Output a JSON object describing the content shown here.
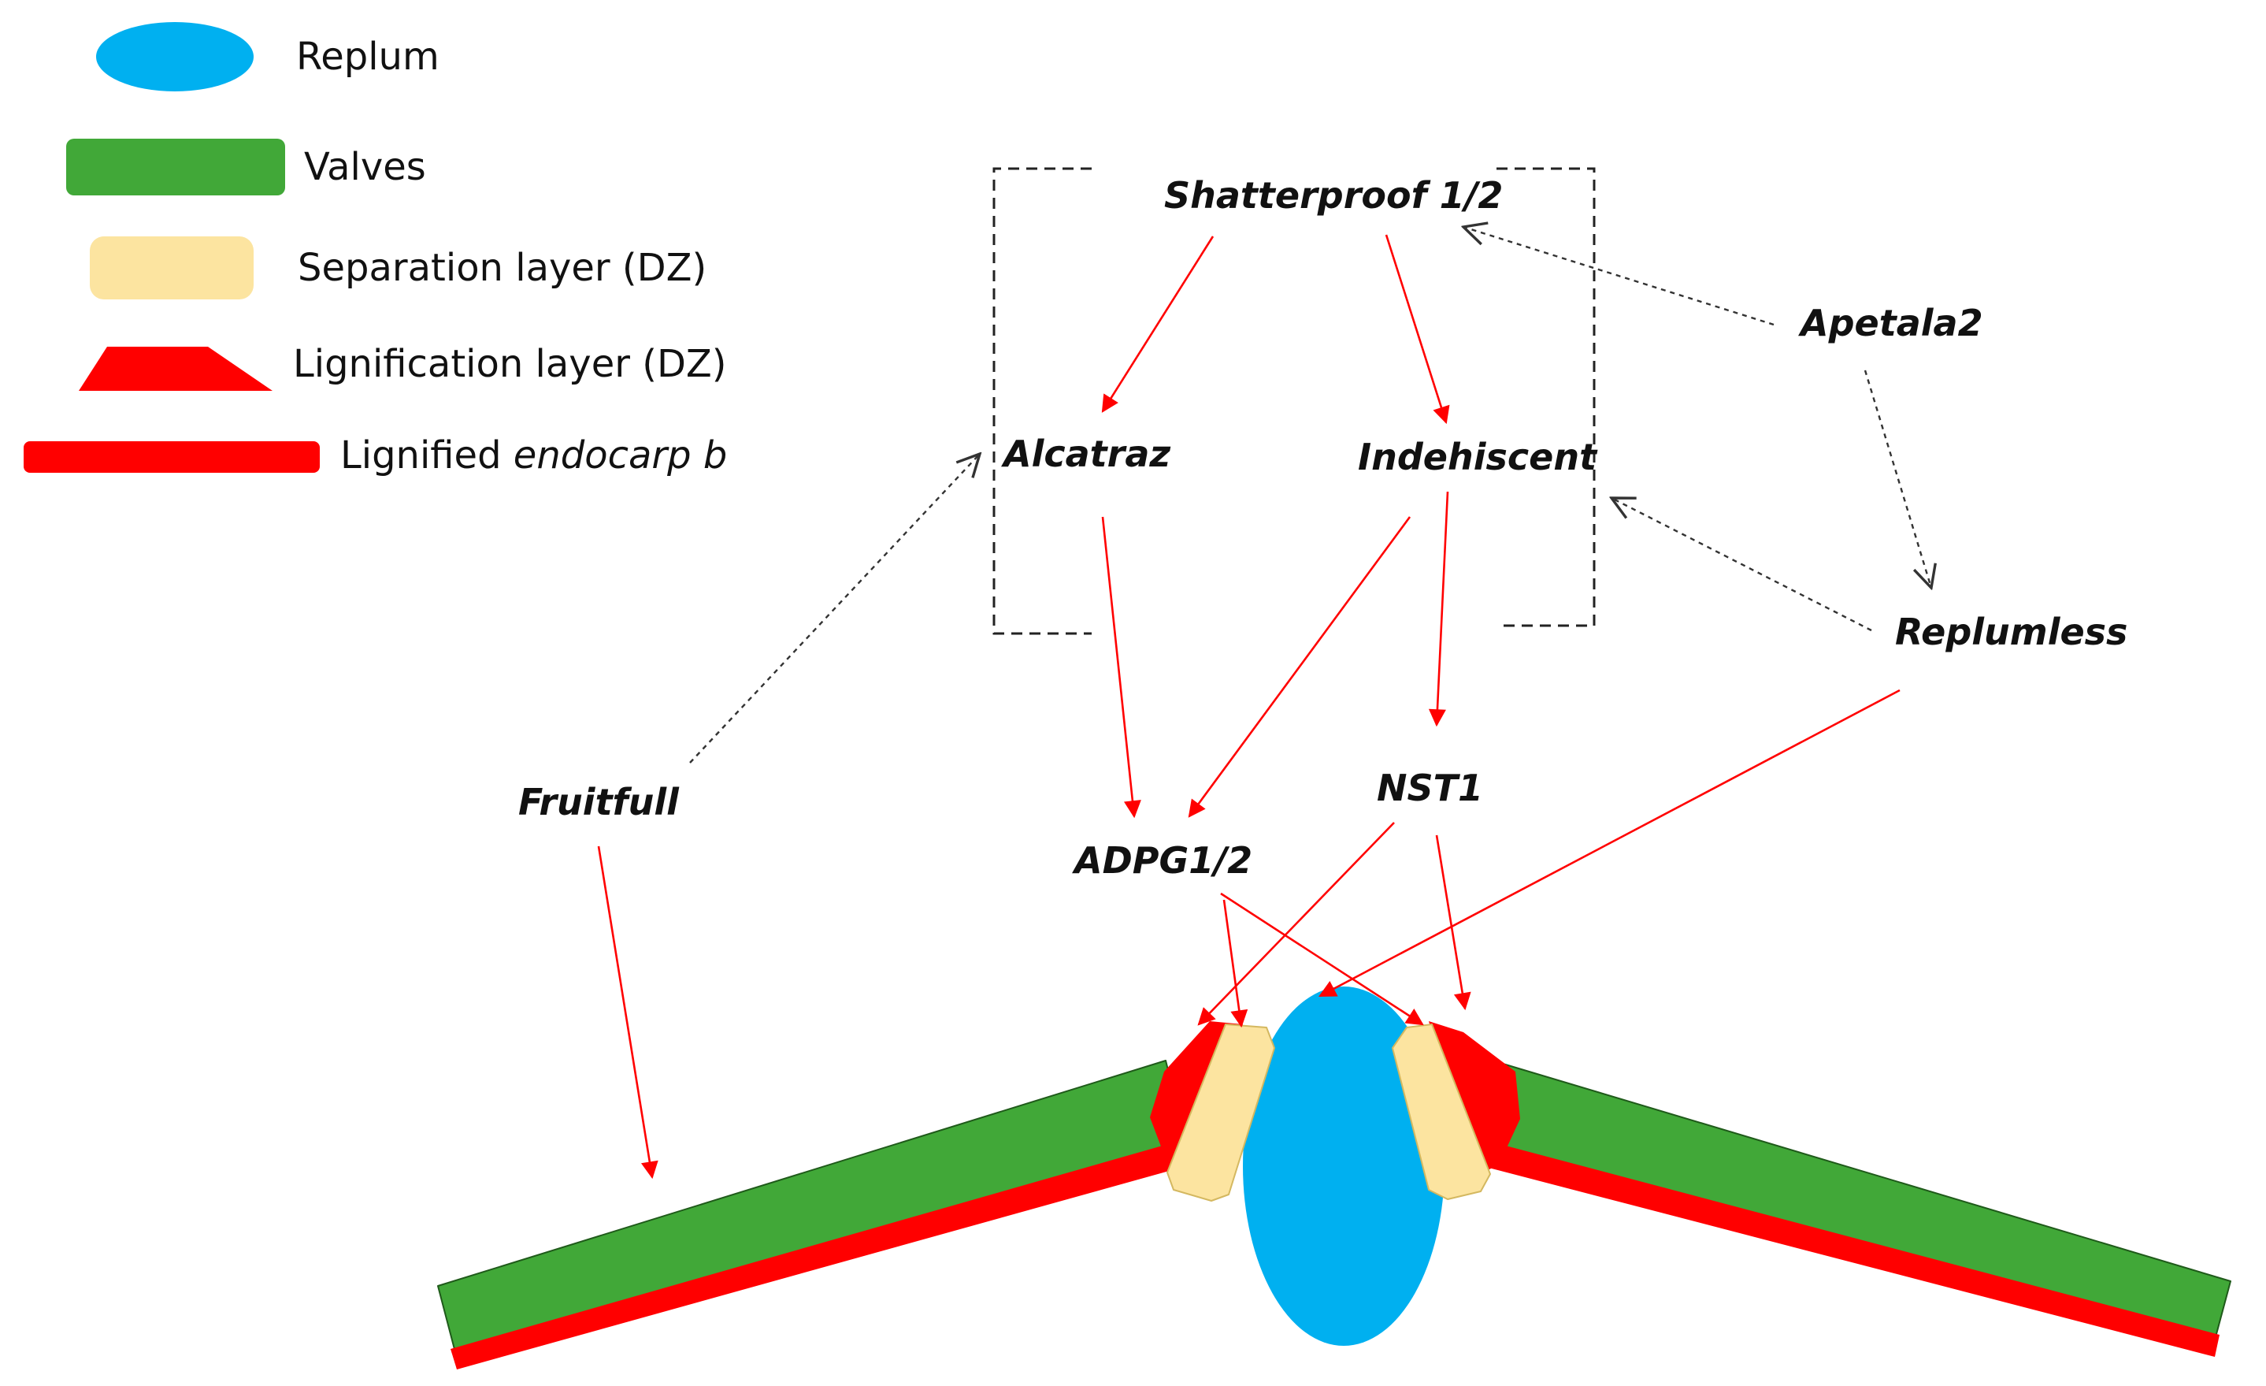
{
  "legend": {
    "replum": "Replum",
    "valves": "Valves",
    "separation_layer": "Separation layer (DZ)",
    "lignification_layer": "Lignification layer (DZ)",
    "lignified_endocarp_prefix": "Lignified ",
    "lignified_endocarp_italic": "endocarp b"
  },
  "genes": {
    "shatterproof": "Shatterproof 1/2",
    "apetala2": "Apetala2",
    "alcatraz": "Alcatraz",
    "indehiscent": "Indehiscent",
    "replumless": "Replumless",
    "fruitfull": "Fruitfull",
    "nst1": "NST1",
    "adpg": "ADPG1/2"
  },
  "colors": {
    "replum": "#00B0F0",
    "valves": "#41A838",
    "separation_layer": "#FCE4A0",
    "lignification": "#FF0000",
    "activation_arrow": "#FF0000",
    "interaction_arrow": "#333333"
  }
}
